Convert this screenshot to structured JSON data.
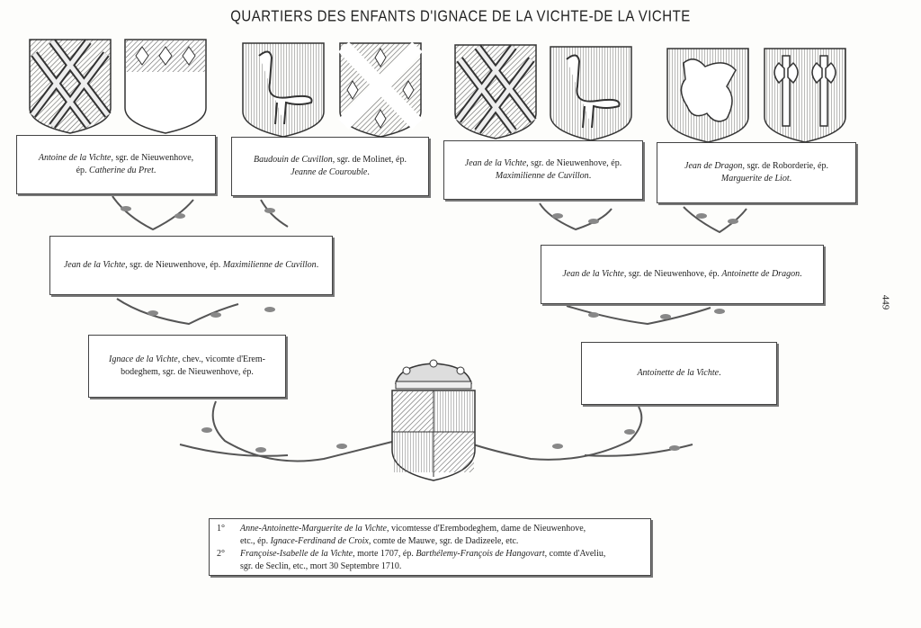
{
  "title": "QUARTIERS DES ENFANTS D'IGNACE DE LA VICHTE-DE LA VICHTE",
  "page_number": "449",
  "boxes": {
    "g1_name": "Antoine de la Vichte",
    "g1_rest1": ", sgr. de Nieuwenhove,",
    "g1_rest2": "ép. ",
    "g1_spouse": "Catherine du Pret",
    "g2_name": "Baudouin de Cuvillon",
    "g2_rest1": ", sgr. de Molinet, ép.",
    "g2_spouse": "Jeanne de Courouble",
    "g3_name": "Jean de la Vichte",
    "g3_rest1": ", sgr. de Nieuwenhove, ép.",
    "g3_spouse": "Maximilienne de Cuvillon",
    "g4_name": "Jean de Dragon",
    "g4_rest1": ", sgr. de Roborderie, ép.",
    "g4_spouse": "Marguerite de Liot",
    "p1_name": "Jean de la Vichte",
    "p1_rest": ", sgr. de Nieuwenhove, ép. ",
    "p1_spouse": "Maximilienne de Cuvillon",
    "p2_name": "Jean de la Vichte",
    "p2_rest": ", sgr. de Nieuwenhove, ép. ",
    "p2_spouse": "Antoinette de Dragon",
    "f_name": "Ignace de la Vichte",
    "f_rest1": ", chev., vicomte d'Erem-",
    "f_rest2": "bodeghem, sgr. de Nieuwenhove, ép.",
    "m_name": "Antoinette de la Vichte"
  },
  "children": [
    {
      "num": "1°",
      "name": "Anne-Antoinette-Marguerite de la Vichte",
      "text1": ", vicomtesse d'Erembodeghem, dame de Nieuwenhove,",
      "text2a": "etc., ép. ",
      "spouse": "Ignace-Ferdinand de Croix",
      "text2b": ", comte de Mauwe, sgr. de Dadizeele, etc."
    },
    {
      "num": "2°",
      "name": "Françoise-Isabelle de la Vichte",
      "text1": ", morte 1707, ép. ",
      "spouse": "Barthélemy-François de Hangovart",
      "text1b": ", comte d'Aveliu,",
      "text2": "sgr. de Seclin, etc., mort 30 Septembre 1710."
    }
  ]
}
